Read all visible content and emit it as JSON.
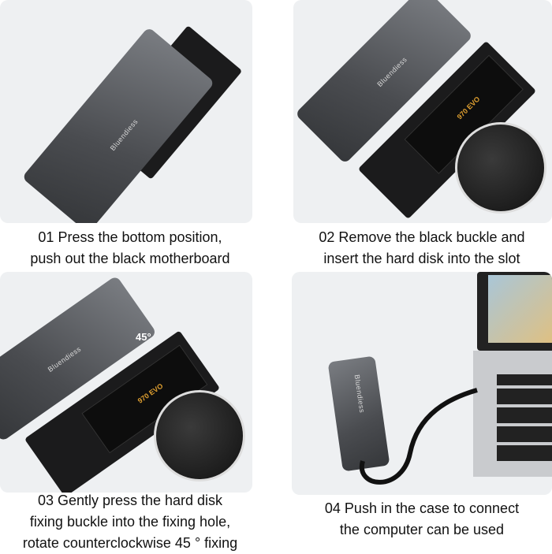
{
  "brand": "Bluendiess",
  "ssd_label": "970 EVO",
  "angle_mark": "45°",
  "steps": [
    {
      "caption_lines": [
        "01 Press the bottom position,",
        "push out the black motherboard"
      ]
    },
    {
      "caption_lines": [
        "02 Remove the black buckle and",
        "insert the hard disk into the slot"
      ]
    },
    {
      "caption_lines": [
        "03 Gently press the hard disk",
        "fixing buckle into the fixing hole,",
        "rotate counterclockwise 45 ° fixing"
      ]
    },
    {
      "caption_lines": [
        "04 Push in the case to connect",
        "the computer can be used"
      ]
    }
  ],
  "colors": {
    "panel_bg": "#eef0f2",
    "case": "#4a4c50",
    "text": "#111111"
  }
}
